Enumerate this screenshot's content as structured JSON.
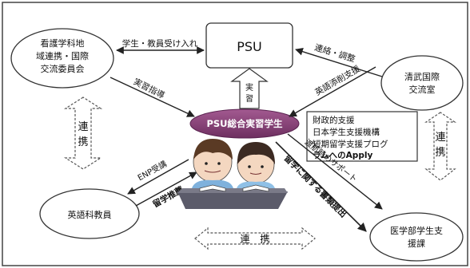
{
  "nodes": {
    "psu": "PSU",
    "nursing_committee": [
      "看護学科地",
      "域連携・国際",
      "交流委員会"
    ],
    "seibu_office": [
      "清武国際",
      "交流室"
    ],
    "english_faculty": "英語科教員",
    "medical_student_section": [
      "医学部学生支",
      "援課"
    ],
    "trainee_banner": "PSU総合実習学生"
  },
  "arrows": {
    "accept_students": "学生・教員受け入れ",
    "contact_adjust": "連絡・調整",
    "training_guidance": "実習指導",
    "practicum": [
      "実",
      "習"
    ],
    "english_correction": "英語添削支援",
    "departure_support": "渡航時のサポート",
    "documents": "留学に関する書類提出",
    "enp_course": "ENP受講",
    "study_abroad_recommend": "留学推薦"
  },
  "support_box": [
    "財政的支援",
    "日本学生支援機構",
    "短期留学支援プログ",
    "ラムへのApply"
  ],
  "cooperation": {
    "left": [
      "連",
      "携"
    ],
    "right": [
      "連",
      "携"
    ],
    "bottom": "連　携"
  }
}
